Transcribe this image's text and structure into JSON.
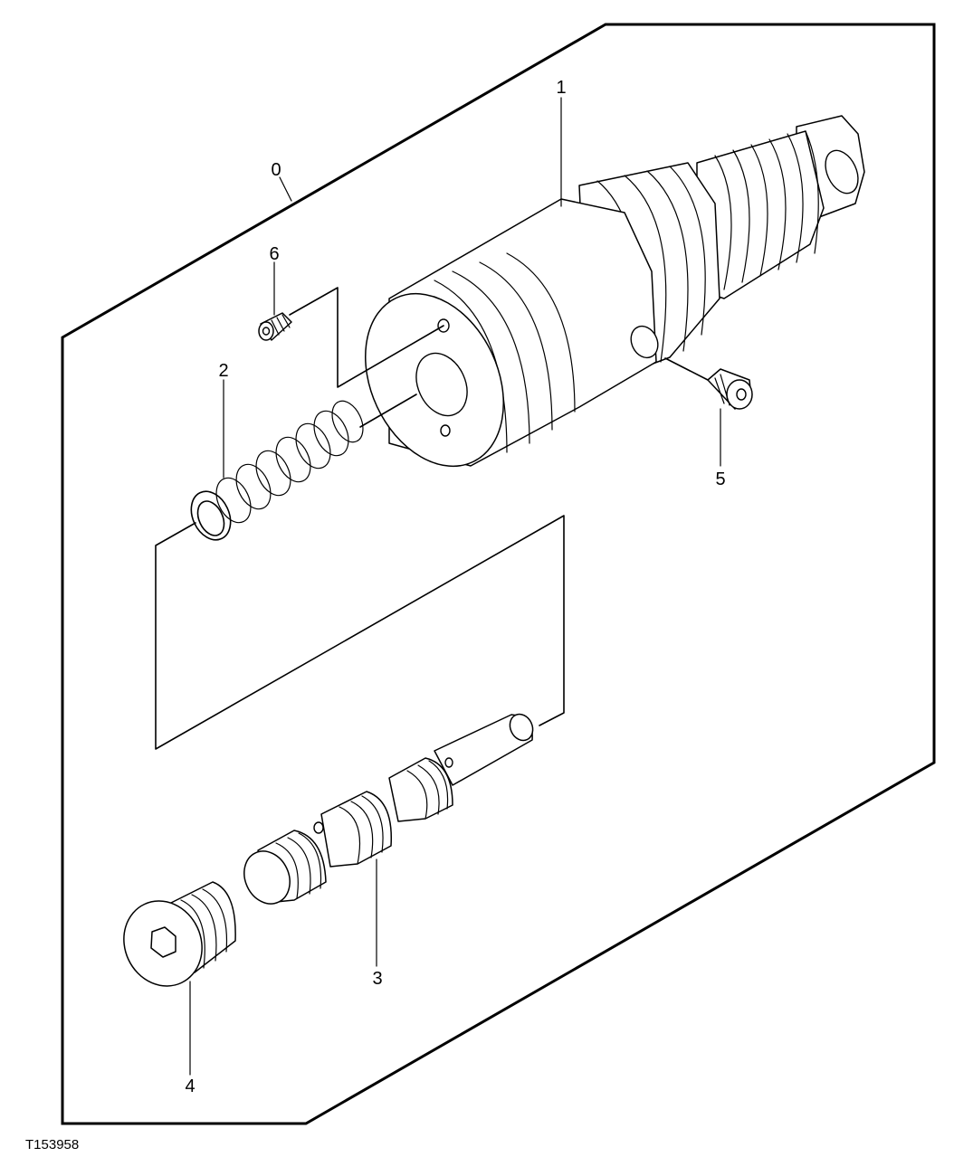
{
  "callouts": {
    "assembly": "0",
    "body": "1",
    "spring": "2",
    "spool": "3",
    "plug": "4",
    "set_screw_right": "5",
    "set_screw_left": "6"
  },
  "figure_id": "T153958"
}
